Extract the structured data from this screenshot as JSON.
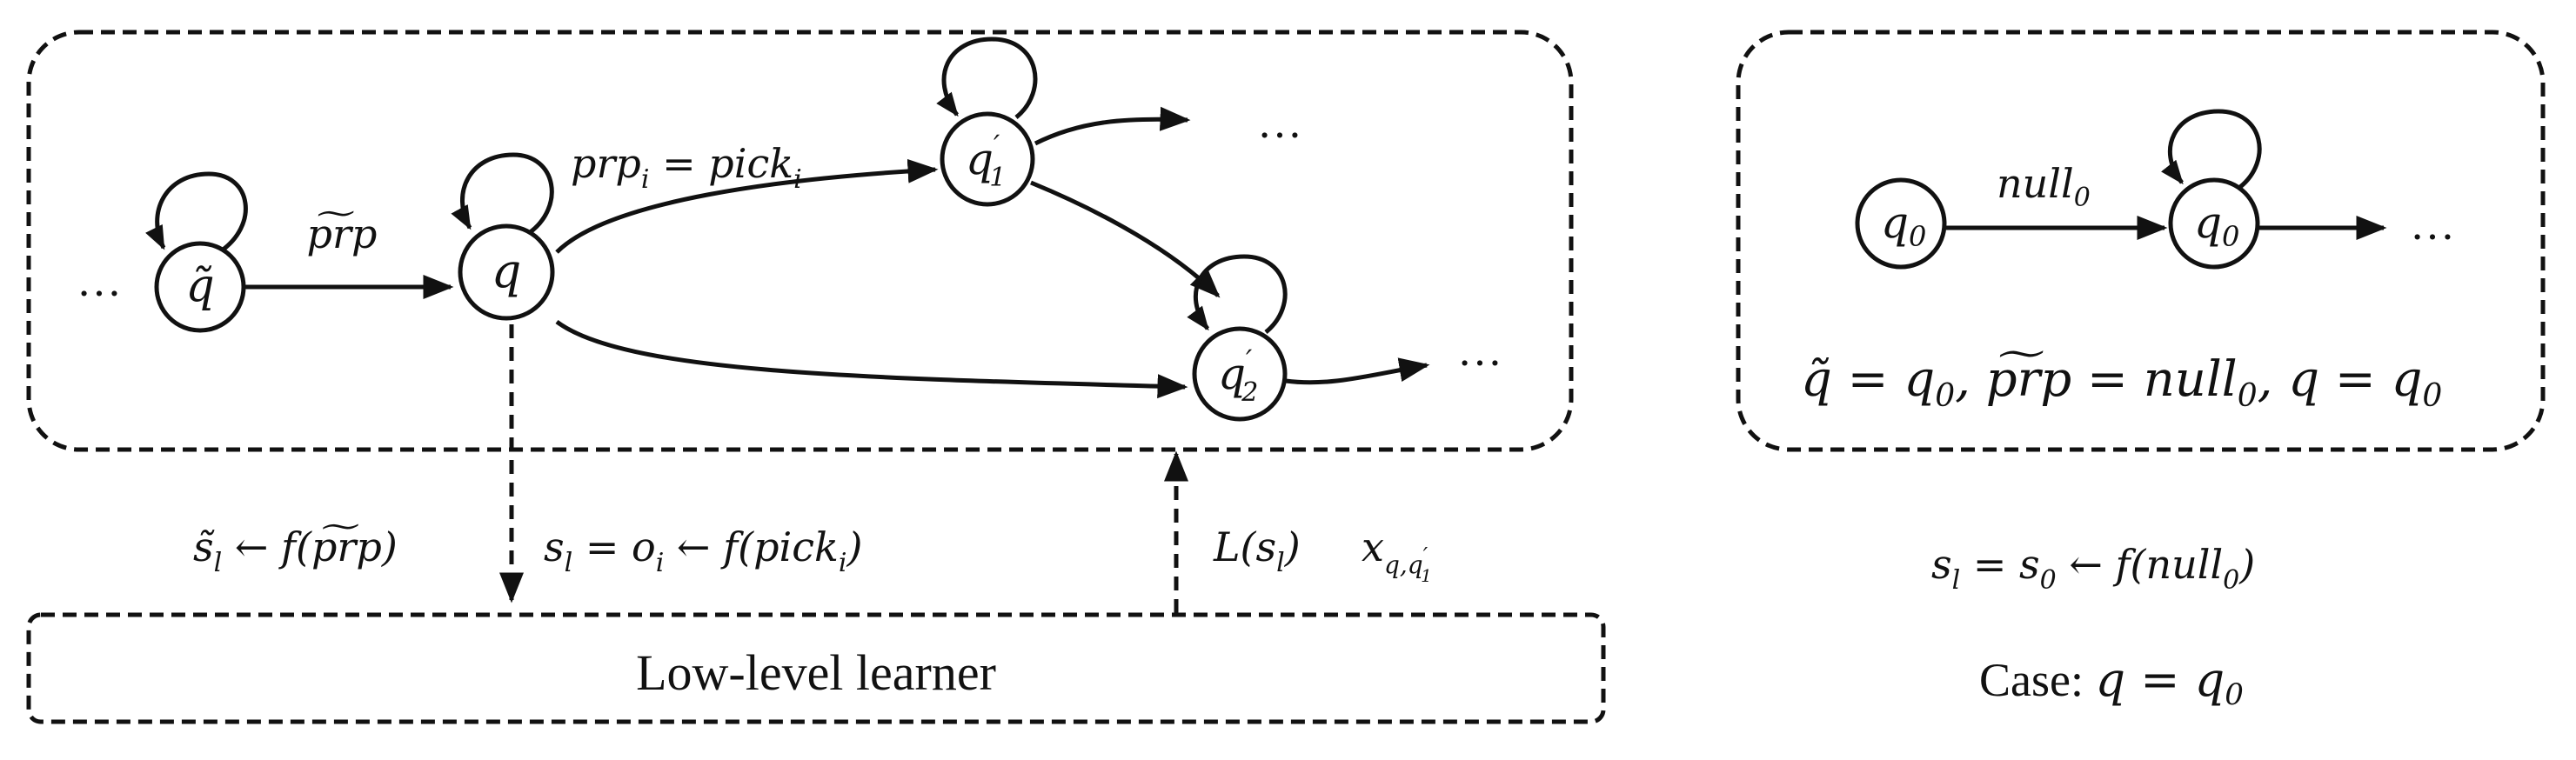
{
  "main_diagram": {
    "left_ellipsis": "…",
    "top_ellipsis": "…",
    "right_ellipsis": "…",
    "states": {
      "q_tilde": "q̃",
      "q": "q",
      "q1p_base": "q",
      "q1p_sub": "1",
      "q1p_prime": "′",
      "q2p_base": "q",
      "q2p_sub": "2",
      "q2p_prime": "′"
    },
    "edges": {
      "prp_tilde": "p͠rp",
      "pick_lhs": "prp",
      "pick_lhs_sub": "i",
      "pick_eq": " = pick",
      "pick_rhs_sub": "i"
    }
  },
  "interface": {
    "down_label": {
      "s_tilde": "s̃",
      "s_tilde_sub": "l",
      "arrow_f": " ← f(p͠rp)"
    },
    "mid_label": {
      "s": "s",
      "s_sub": "l",
      "eq_o": " = o",
      "o_sub": "i",
      "arrow_f": " ← f(pick",
      "pick_sub": "i",
      "close": ")"
    },
    "up_label": {
      "L": "L(s",
      "L_sub": "l",
      "L_close": ")",
      "x": "x",
      "x_sub": "q,q",
      "x_sub_sub": "1",
      "x_sub_prime": "′"
    }
  },
  "learner": {
    "label": "Low-level learner"
  },
  "case_panel": {
    "q0_left_base": "q",
    "q0_left_sub": "0",
    "q0_right_base": "q",
    "q0_right_sub": "0",
    "null_label": "null",
    "null_sub": "0",
    "ellipsis": "…",
    "eq_q_tilde": "q̃",
    "eq_part1": " = q",
    "eq_sub1": "0",
    "eq_part2": ", p͠rp = null",
    "eq_sub2": "0",
    "eq_part3": ", q = q",
    "eq_sub3": "0",
    "sl": "s",
    "sl_sub": "l",
    "sl_eq": " = s",
    "s0_sub": "0",
    "sl_f": " ← f(null",
    "null0_sub": "0",
    "sl_close": ")",
    "case_prefix": "Case: ",
    "case_q": "q",
    "case_eq": " = q",
    "case_sub": "0"
  }
}
